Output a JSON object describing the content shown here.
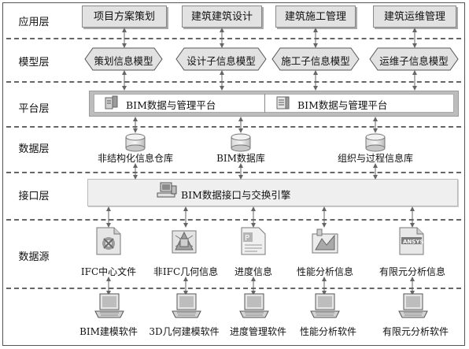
{
  "layers": {
    "application": "应用层",
    "model": "模型层",
    "platform": "平台层",
    "database": "数据层",
    "interface": "接口层",
    "source": "数据源"
  },
  "applications": [
    "项目方案策划",
    "建筑建筑设计",
    "建筑施工管理",
    "建筑运维管理"
  ],
  "models": [
    "策划信息模型",
    "设计子信息模型",
    "施工子信息模型",
    "运维子信息模型"
  ],
  "platform": {
    "left": "BIM数据与管理平台",
    "right": "BIM数据与管理平台"
  },
  "databases": [
    "非结构化信息仓库",
    "BIM数据库",
    "组织与过程信息库"
  ],
  "interface": {
    "label": "BIM数据接口与交换引擎"
  },
  "sources": [
    {
      "label": "IFC中心文件",
      "icon": "ifc-file-icon"
    },
    {
      "label": "非IFC几何信息",
      "icon": "geometry-icon"
    },
    {
      "label": "进度信息",
      "icon": "schedule-doc-icon"
    },
    {
      "label": "性能分析信息",
      "icon": "performance-chart-icon"
    },
    {
      "label": "有限元分析信息",
      "icon": "ansys-file-icon"
    }
  ],
  "software": [
    "BIM建模软件",
    "3D几何建模软件",
    "进度管理软件",
    "性能分析软件",
    "有限元分析软件"
  ],
  "colors": {
    "box_fill": "#e2e2e2",
    "platform_fill": "#bdbdbd",
    "line": "#666666"
  }
}
